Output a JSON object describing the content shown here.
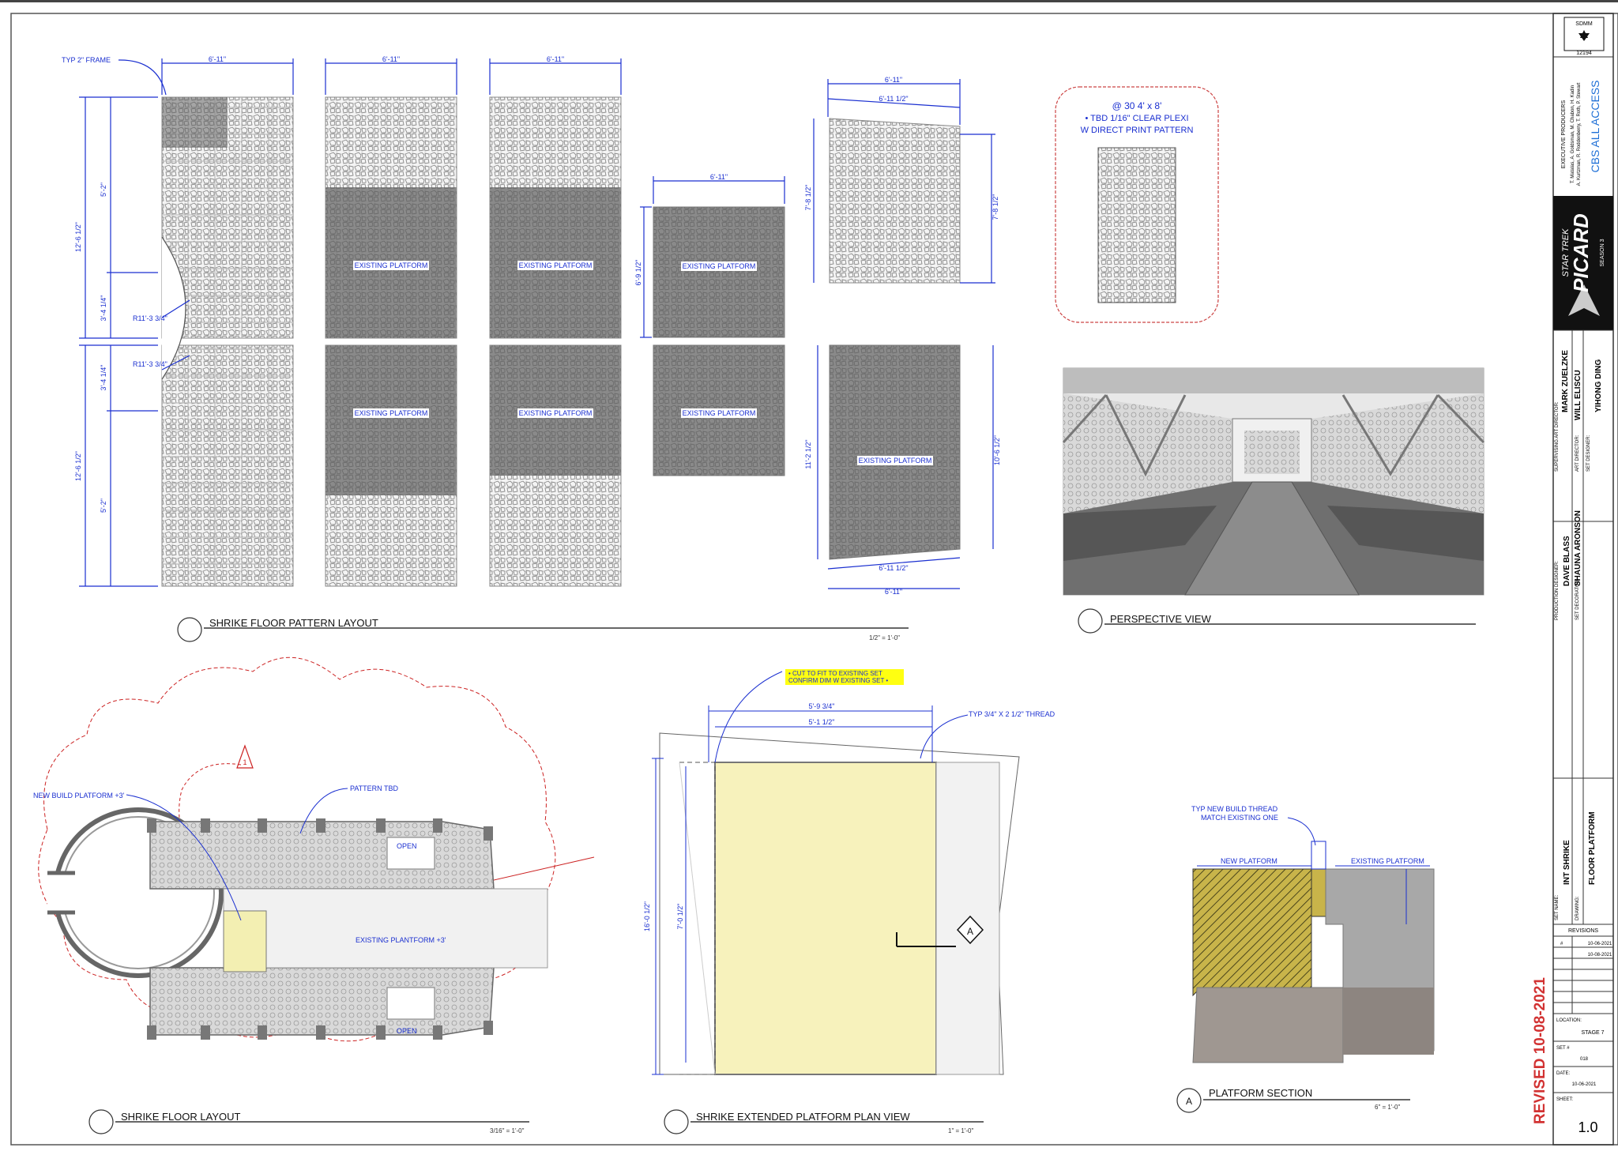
{
  "titles": {
    "pattern_layout": "SHRIKE FLOOR PATTERN LAYOUT",
    "pattern_scale": "1/2\" = 1'-0\"",
    "perspective": "PERSPECTIVE VIEW",
    "floor_layout": "SHRIKE FLOOR LAYOUT",
    "floor_scale": "3/16\" = 1'-0\"",
    "extended": "SHRIKE EXTENDED PLATFORM PLAN VIEW",
    "extended_scale": "1\" = 1'-0\"",
    "section": "PLATFORM SECTION",
    "section_scale": "6\" = 1'-0\"",
    "section_mark": "A"
  },
  "pattern": {
    "typ_frame": "TYP 2\" FRAME",
    "width_dim": "6'-11\"",
    "width_dim_alt": "6'-11 1/2\"",
    "existing": "EXISTING PLATFORM",
    "dim_total": "12'-6 1/2\"",
    "dim_5": "5'-2\"",
    "dim_3": "3'-4 1/4\"",
    "radius": "R11'-3 3/4\"",
    "dim_11": "11'-2 1/2\"",
    "dim_7": "7'-8 1/2\"",
    "dim_6": "6'-9 1/2\"",
    "dim_10": "10'-6 1/2\""
  },
  "note_box": {
    "line1": "@ 30 4' x 8'",
    "line2": "• TBD 1/16\" CLEAR PLEXI",
    "line3": "W DIRECT PRINT PATTERN"
  },
  "floor": {
    "new_build": "NEW BUILD PLATFORM +3'",
    "pattern_tbd": "PATTERN TBD",
    "open1": "OPEN",
    "open2": "OPEN",
    "existing_plat": "EXISTING PLANTFORM +3'",
    "rev_mark": "1"
  },
  "extended": {
    "callout1": "• CUT TO FIT TO EXISTING SET",
    "callout2": "CONFIRM DIM W EXISTING SET •",
    "dim_a": "5'-9 3/4\"",
    "dim_b": "5'-1 1/2\"",
    "thread": "TYP 3/4\" X 2 1/2\" THREAD",
    "dim_h": "16'-0 1/2\"",
    "dim_h2": "7'-0 1/2\"",
    "section_mark": "A"
  },
  "section": {
    "typ_new": "TYP NEW BUILD THREAD",
    "match": "MATCH EXISTING ONE",
    "new_plat": "NEW PLATFORM",
    "existing_plat": "EXISTING PLATFORM"
  },
  "title_block": {
    "union": "SDMM",
    "union_no": "12194",
    "exec_label": "EXECUTIVE PRODUCERS",
    "exec_names1": "T. Matalas, A. Goldsman, M. Chabon, H. Kadin",
    "exec_names2": "A. Kurtzman, R. Roddenberry, T. Roth, P. Stewart",
    "network": "CBS ALL ACCESS",
    "show_line1": "STAR TREK",
    "show_line2": "PICARD",
    "show_line3": "SEASON 3",
    "sup_art_label": "SUPERVISING ART DIRECTOR:",
    "sup_art": "MARK ZUELZKE",
    "art_dir_label": "ART DIRECTOR:",
    "art_dir": "WILL ELISCU",
    "set_des_label": "SET DESIGNER:",
    "set_des": "YIHONG DING",
    "prod_des_label": "PRODUCTION DESIGNER:",
    "prod_des": "DAVE BLASS",
    "set_dec_label": "SET DECORATOR:",
    "set_dec": "SHAUNA ARONSON",
    "set_name_label": "SET NAME:",
    "set_name": "INT SHRIKE",
    "drawing_label": "DRAWING:",
    "drawing": "FLOOR PLATFORM",
    "revisions": "REVISIONS",
    "rev_hash": "#",
    "rev1": "10-06-2021",
    "rev2": "10-08-2021",
    "location_label": "LOCATION:",
    "location": "STAGE 7",
    "set_no_label": "SET #",
    "set_no": "018",
    "date_label": "DATE:",
    "date": "10-06-2021",
    "sheet_label": "SHEET:",
    "sheet": "1.0",
    "revised": "REVISED 10-08-2021"
  }
}
